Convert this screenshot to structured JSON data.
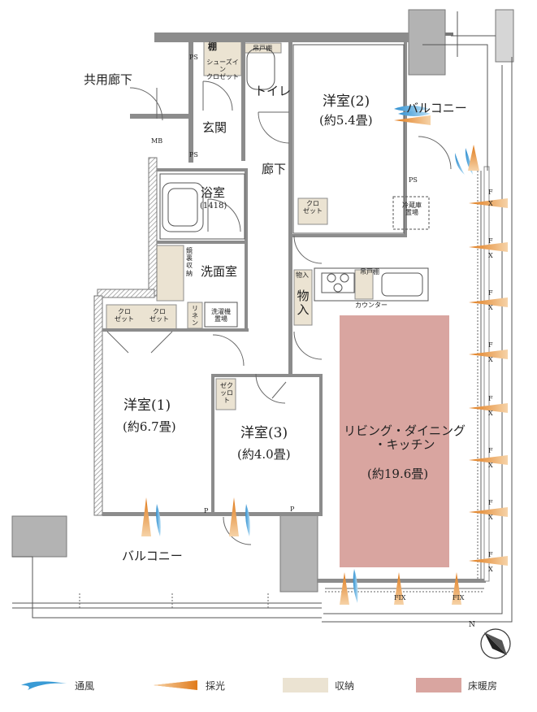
{
  "rooms": {
    "common_corridor": "共用廊下",
    "shoes_in_closet": "シューズイン\nクロゼット",
    "shelf": "棚",
    "hanging_shelf": "吊戸棚",
    "toilet": "トイレ",
    "entrance": "玄関",
    "mb": "MB",
    "ps": "PS",
    "bath": "浴室",
    "bath_size": "(1418)",
    "corridor": "廊下",
    "washroom": "洗面室",
    "mirror_storage": "鏡\n裏\n収\n納",
    "linen": "リ\nネ\nン",
    "washer_space": "洗濯機\n置場",
    "closet_short": "クロ\nゼット",
    "closet_vertical": "ゼクッロト",
    "western_room_2": "洋室(2)",
    "western_room_2_size": "(約5.4畳)",
    "western_room_1": "洋室(1)",
    "western_room_1_size": "(約6.7畳)",
    "western_room_3": "洋室(3)",
    "western_room_3_size": "(約4.0畳)",
    "ldk": "リビング・ダイニング\n・キッチン",
    "ldk_size": "(約19.6畳)",
    "balcony": "バルコニー",
    "fridge_space": "冷蔵庫\n置場",
    "storage": "物入",
    "counter": "カウンター",
    "fix": "FIX",
    "f": "F",
    "x": "X",
    "p": "P"
  },
  "compass": {
    "label": "N"
  },
  "legend": [
    {
      "label": "通風",
      "kind": "wind"
    },
    {
      "label": "採光",
      "kind": "light"
    },
    {
      "label": "収納",
      "kind": "storage"
    },
    {
      "label": "床暖房",
      "kind": "floor-heating"
    }
  ],
  "colors": {
    "wall": "#8c8c8c",
    "dark_wall": "#6f6f6f",
    "grey_fill": "#b3b3b3",
    "storage": "#ebe3d2",
    "floor_heating": "#d9a5a0",
    "wind": "#3a9bd5",
    "light": "#e0821f"
  }
}
